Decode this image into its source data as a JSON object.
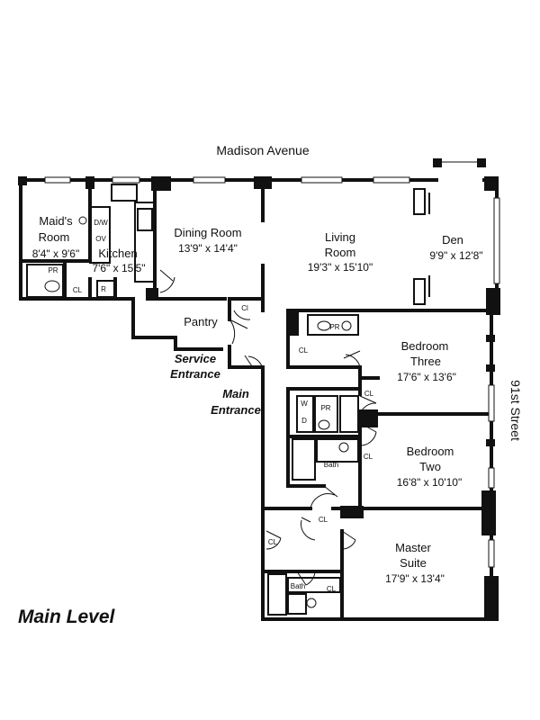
{
  "title": "Main Level",
  "streets": {
    "north": "Madison Avenue",
    "east": "91st Street"
  },
  "entrances": {
    "service_1": "Service",
    "service_2": "Entrance",
    "main_1": "Main",
    "main_2": "Entrance"
  },
  "rooms": {
    "maids": {
      "name_1": "Maid's",
      "name_2": "Room",
      "size": "8'4\" x 9'6\""
    },
    "kitchen": {
      "name": "Kitchen",
      "size": "7'6\" x 15'5\""
    },
    "dining": {
      "name": "Dining Room",
      "size": "13'9\" x 14'4\""
    },
    "living": {
      "name_1": "Living",
      "name_2": "Room",
      "size": "19'3\" x 15'10\""
    },
    "den": {
      "name": "Den",
      "size": "9'9\" x 12'8\""
    },
    "pantry": {
      "name": "Pantry"
    },
    "bedroom3": {
      "name_1": "Bedroom",
      "name_2": "Three",
      "size": "17'6\" x 13'6\""
    },
    "bedroom2": {
      "name_1": "Bedroom",
      "name_2": "Two",
      "size": "16'8\" x 10'10\""
    },
    "master": {
      "name_1": "Master",
      "name_2": "Suite",
      "size": "17'9\" x 13'4\""
    }
  },
  "fixtures": {
    "pr_maid": "PR",
    "cl_kitchen": "CL",
    "r": "R",
    "dw": "D/W",
    "ov": "OV",
    "cl_pantry": "Cl",
    "pr_hall": "PR",
    "cl_hall": "CL",
    "cl_b3": "CL",
    "w": "W",
    "d": "D",
    "pr_mid": "PR",
    "bath_mid": "Bath",
    "cl_b2": "CL",
    "cl_master1": "CL",
    "cl_master2": "CL",
    "bath_master": "Bath",
    "cl_master3": "CL"
  }
}
